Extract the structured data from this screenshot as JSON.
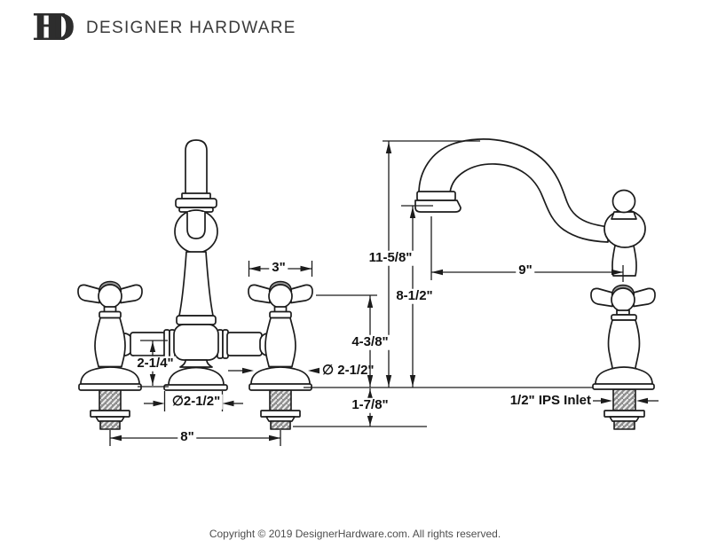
{
  "header": {
    "logo": {
      "letter_h": "H",
      "letter_d": "D"
    },
    "brand": "DESIGNER HARDWARE"
  },
  "drawing": {
    "title": "bridge-faucet-dimension-diagram",
    "line_color": "#1c1c1c",
    "dim_labels": {
      "handle_width": "3\"",
      "spout_height": "11-5/8\"",
      "outlet_height": "8-1/2\"",
      "spout_reach": "9\"",
      "deck_to_handle": "4-3/8\"",
      "deck_to_pipe": "2-1/4\"",
      "center_base_diameter": "∅2-1/2\"",
      "handle_base_diameter": "∅ 2-1/2\"",
      "below_deck_depth": "1-7/8\"",
      "handle_spread": "8\"",
      "inlet": "1/2\" IPS Inlet"
    }
  },
  "footer": {
    "copyright": "Copyright © 2019 DesignerHardware.com. All rights reserved."
  }
}
